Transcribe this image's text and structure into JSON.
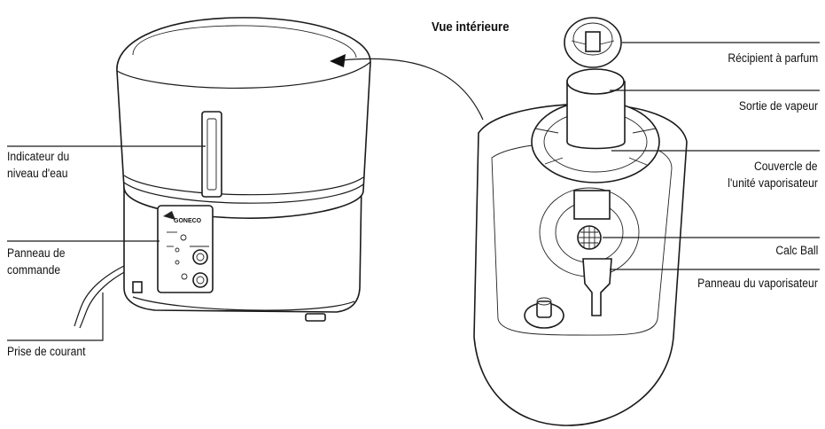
{
  "heading": "Vue intérieure",
  "brand": "GONECO",
  "labels": {
    "water_level_line1": "Indicateur du",
    "water_level_line2": "niveau d'eau",
    "control_panel_line1": "Panneau de",
    "control_panel_line2": "commande",
    "power_plug": "Prise de courant",
    "perfume_container": "Récipient à parfum",
    "steam_outlet": "Sortie de vapeur",
    "cover_line1": "Couvercle de",
    "cover_line2": "l'unité vaporisateur",
    "calc_ball": "Calc Ball",
    "vaporizer_panel": "Panneau du vaporisateur"
  }
}
